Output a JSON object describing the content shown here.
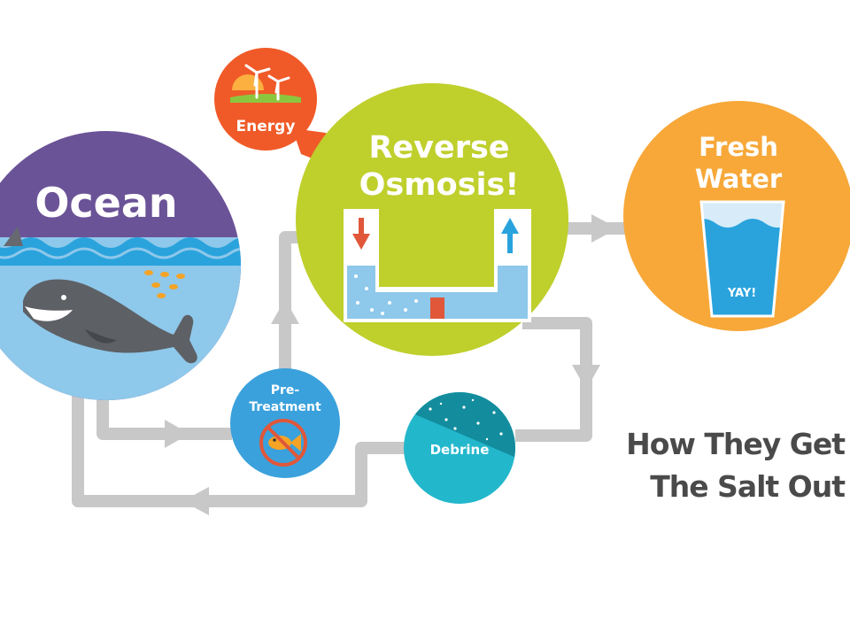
{
  "labels": {
    "ocean": "Ocean",
    "energy": "Energy",
    "ro_line1": "Reverse",
    "ro_line2": "Osmosis!",
    "fresh_line1": "Fresh",
    "fresh_line2": "Water",
    "glass_text": "YAY!",
    "pre_line1": "Pre-",
    "pre_line2": "Treatment",
    "debrine": "Debrine"
  },
  "caption": {
    "line1": "How They Get",
    "line2": "The Salt Out"
  },
  "icons": {
    "pretreatment": "no-fish-icon",
    "energy": "wind-turbine-icon",
    "glass": "water-glass-icon"
  },
  "colors": {
    "ocean_sky": "#6b5397",
    "ocean_water": "#8ec8ea",
    "wave": "#2aa3dd",
    "energy": "#f05a28",
    "reverse_osmosis": "#bfcf2c",
    "fresh_water": "#f7a839",
    "pretreatment": "#3aa1dc",
    "debrine": "#23b7cc",
    "pipe": "#c8c8c8",
    "caption": "#4a4a4a"
  }
}
